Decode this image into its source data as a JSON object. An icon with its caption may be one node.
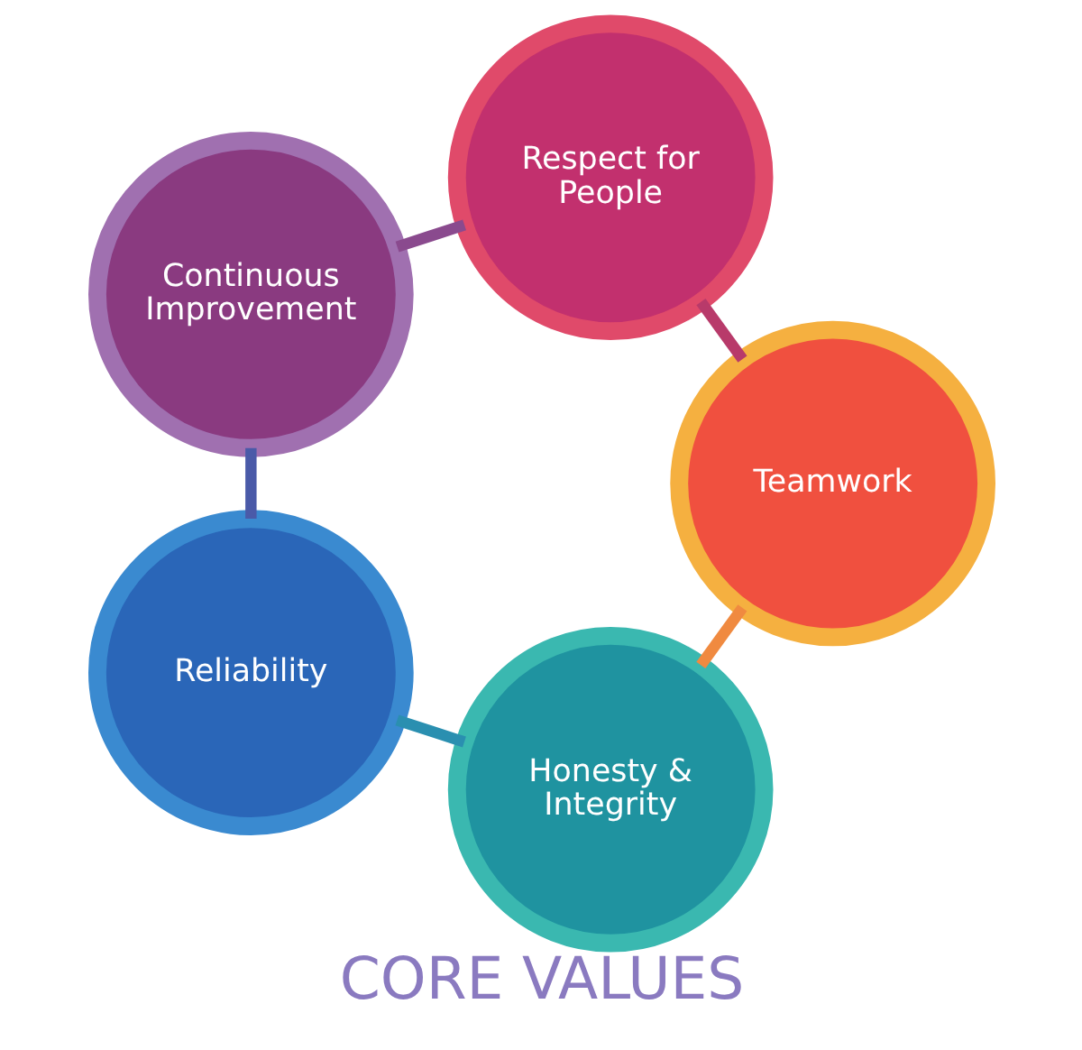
{
  "diagram": {
    "title": "CORE VALUES",
    "nodes": [
      {
        "text": [
          "Honesty & Integrity"
        ]
      },
      {
        "text": [
          "Teamwork"
        ]
      },
      {
        "text": [
          "Reliability"
        ]
      },
      {
        "text": [
          "Respect for People"
        ]
      },
      {
        "text": [
          "Continuous Improvement"
        ]
      }
    ],
    "edges": [
      {
        "from": 0,
        "to": 2,
        "arrow": "none",
        "color": "#2a8fb0"
      },
      {
        "from": 2,
        "to": 4,
        "arrow": "none",
        "color": "#4a5aa8"
      },
      {
        "from": 4,
        "to": 3,
        "arrow": "none",
        "color": "#8a4a8e"
      },
      {
        "from": 3,
        "to": 1,
        "arrow": "none",
        "color": "#b83a6a"
      },
      {
        "from": 1,
        "to": 0,
        "arrow": "none",
        "color": "#f08a40"
      }
    ]
  }
}
